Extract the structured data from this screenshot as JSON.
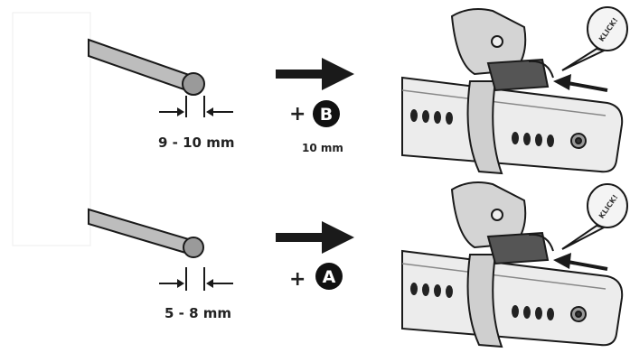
{
  "steps": [
    {
      "id": "top",
      "wire_length_label": "9 - 10 mm",
      "badge_letter": "B",
      "plus_sign": "+",
      "badge_length_label": "10 mm",
      "click_label": "KLICK!"
    },
    {
      "id": "bottom",
      "wire_length_label": "5 - 8 mm",
      "badge_letter": "A",
      "plus_sign": "+",
      "click_label": "KLICK!"
    }
  ],
  "colors": {
    "line": "#1a1a1a",
    "wire_fill": "#bfbfbf",
    "tool_fill": "#e6e6e6",
    "badge_fill": "#111111"
  }
}
